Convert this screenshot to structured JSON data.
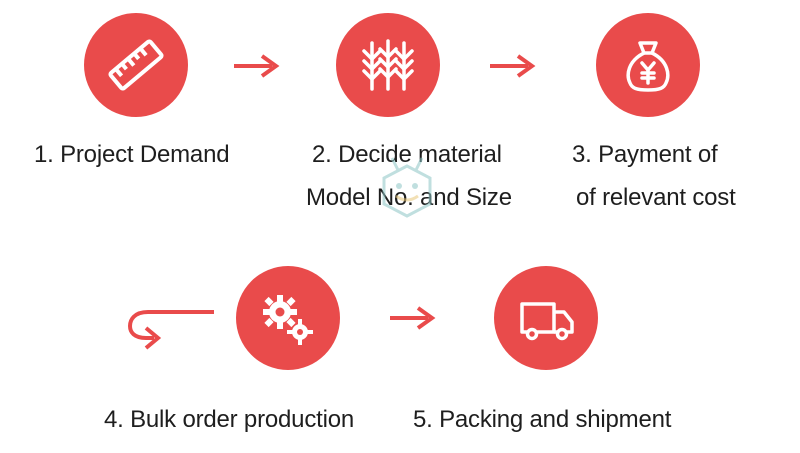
{
  "colors": {
    "accent": "#e94b4b",
    "icon": "#ffffff",
    "text": "#1e1e1e"
  },
  "steps": [
    {
      "label": "1. Project Demand",
      "icon": "ruler-icon"
    },
    {
      "label_line1": "2. Decide material",
      "label_line2": "Model No. and Size",
      "icon": "wheat-icon"
    },
    {
      "label_line1": "3. Payment of",
      "label_line2": "of relevant cost",
      "icon": "money-bag-icon"
    },
    {
      "label": "4. Bulk order production",
      "icon": "gears-icon"
    },
    {
      "label": "5. Packing and shipment",
      "icon": "truck-icon"
    }
  ]
}
